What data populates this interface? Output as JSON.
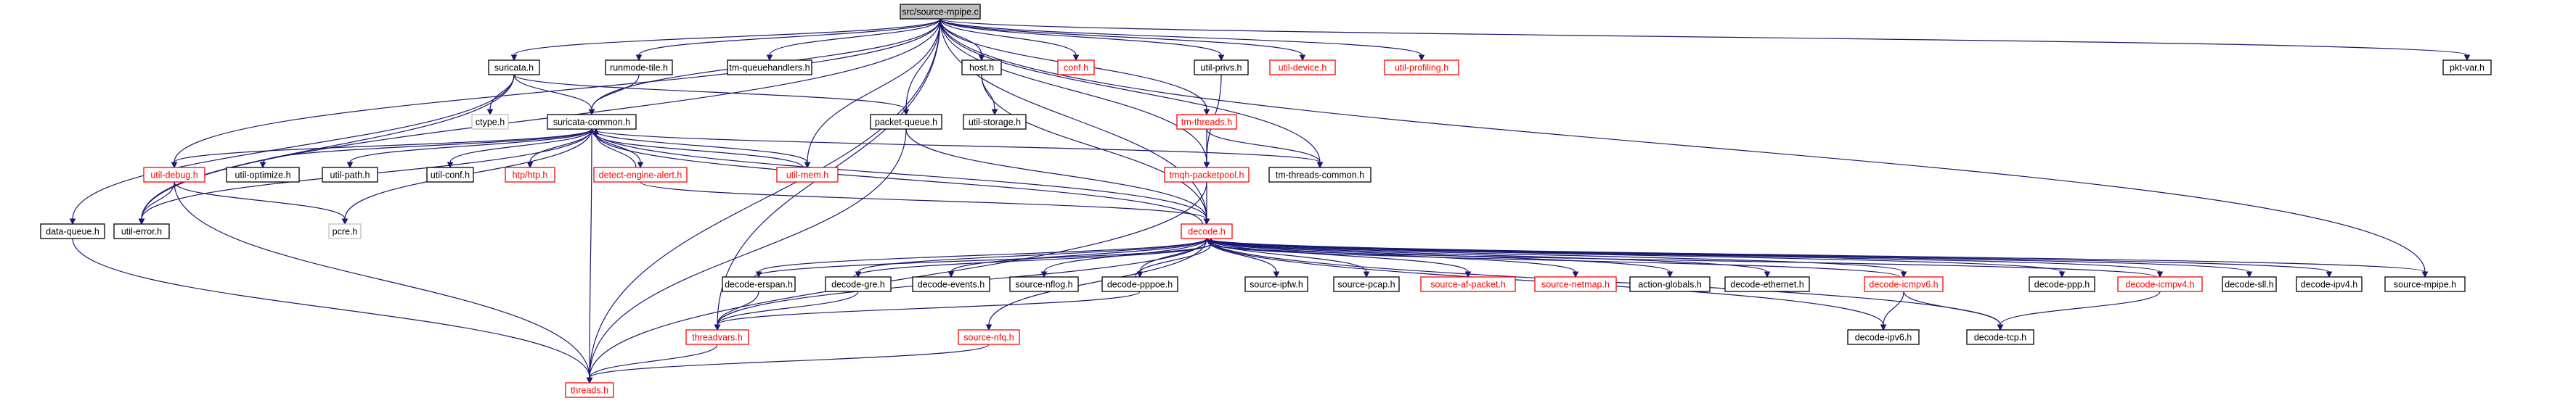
{
  "diagram": {
    "type": "include-dependency-graph",
    "root": "src/source-mpipe.c",
    "nodes": [
      {
        "id": "root",
        "label": "src/source-mpipe.c",
        "style": "root"
      },
      {
        "id": "suricata_h",
        "label": "suricata.h",
        "style": "normal"
      },
      {
        "id": "runmode_tile",
        "label": "runmode-tile.h",
        "style": "normal"
      },
      {
        "id": "tm_queuehandlers",
        "label": "tm-queuehandlers.h",
        "style": "normal"
      },
      {
        "id": "host_h",
        "label": "host.h",
        "style": "normal"
      },
      {
        "id": "conf_h",
        "label": "conf.h",
        "style": "red"
      },
      {
        "id": "util_privs",
        "label": "util-privs.h",
        "style": "normal"
      },
      {
        "id": "util_device",
        "label": "util-device.h",
        "style": "red"
      },
      {
        "id": "util_profiling",
        "label": "util-profiling.h",
        "style": "red"
      },
      {
        "id": "pkt_var",
        "label": "pkt-var.h",
        "style": "normal"
      },
      {
        "id": "ctype_h",
        "label": "ctype.h",
        "style": "gray"
      },
      {
        "id": "suricata_common",
        "label": "suricata-common.h",
        "style": "normal"
      },
      {
        "id": "packet_queue",
        "label": "packet-queue.h",
        "style": "normal"
      },
      {
        "id": "util_storage",
        "label": "util-storage.h",
        "style": "normal"
      },
      {
        "id": "tm_threads",
        "label": "tm-threads.h",
        "style": "red"
      },
      {
        "id": "util_debug",
        "label": "util-debug.h",
        "style": "red"
      },
      {
        "id": "util_optimize",
        "label": "util-optimize.h",
        "style": "normal"
      },
      {
        "id": "util_path",
        "label": "util-path.h",
        "style": "normal"
      },
      {
        "id": "util_conf",
        "label": "util-conf.h",
        "style": "normal"
      },
      {
        "id": "htp_h",
        "label": "htp/htp.h",
        "style": "red"
      },
      {
        "id": "detect_engine_alert",
        "label": "detect-engine-alert.h",
        "style": "red"
      },
      {
        "id": "util_mem",
        "label": "util-mem.h",
        "style": "red"
      },
      {
        "id": "tmqh_packetpool",
        "label": "tmqh-packetpool.h",
        "style": "red"
      },
      {
        "id": "tm_threads_common",
        "label": "tm-threads-common.h",
        "style": "normal"
      },
      {
        "id": "data_queue",
        "label": "data-queue.h",
        "style": "normal"
      },
      {
        "id": "util_error",
        "label": "util-error.h",
        "style": "normal"
      },
      {
        "id": "pcre_h",
        "label": "pcre.h",
        "style": "gray"
      },
      {
        "id": "decode_h",
        "label": "decode.h",
        "style": "red"
      },
      {
        "id": "decode_erspan",
        "label": "decode-erspan.h",
        "style": "normal"
      },
      {
        "id": "decode_gre",
        "label": "decode-gre.h",
        "style": "normal"
      },
      {
        "id": "decode_events",
        "label": "decode-events.h",
        "style": "normal"
      },
      {
        "id": "source_nflog",
        "label": "source-nflog.h",
        "style": "normal"
      },
      {
        "id": "decode_pppoe",
        "label": "decode-pppoe.h",
        "style": "normal"
      },
      {
        "id": "source_ipfw",
        "label": "source-ipfw.h",
        "style": "normal"
      },
      {
        "id": "source_pcap",
        "label": "source-pcap.h",
        "style": "normal"
      },
      {
        "id": "source_af_packet",
        "label": "source-af-packet.h",
        "style": "red"
      },
      {
        "id": "source_netmap",
        "label": "source-netmap.h",
        "style": "red"
      },
      {
        "id": "action_globals",
        "label": "action-globals.h",
        "style": "normal"
      },
      {
        "id": "decode_ethernet",
        "label": "decode-ethernet.h",
        "style": "normal"
      },
      {
        "id": "decode_icmpv6",
        "label": "decode-icmpv6.h",
        "style": "red"
      },
      {
        "id": "decode_ppp",
        "label": "decode-ppp.h",
        "style": "normal"
      },
      {
        "id": "decode_icmpv4",
        "label": "decode-icmpv4.h",
        "style": "red"
      },
      {
        "id": "decode_sll",
        "label": "decode-sll.h",
        "style": "normal"
      },
      {
        "id": "decode_ipv4",
        "label": "decode-ipv4.h",
        "style": "normal"
      },
      {
        "id": "source_mpipe_h",
        "label": "source-mpipe.h",
        "style": "normal"
      },
      {
        "id": "threadvars",
        "label": "threadvars.h",
        "style": "red"
      },
      {
        "id": "source_nfq",
        "label": "source-nfq.h",
        "style": "red"
      },
      {
        "id": "decode_ipv6",
        "label": "decode-ipv6.h",
        "style": "normal"
      },
      {
        "id": "decode_tcp",
        "label": "decode-tcp.h",
        "style": "normal"
      },
      {
        "id": "threads_h",
        "label": "threads.h",
        "style": "red"
      }
    ],
    "edges": [
      [
        "root",
        "suricata_h"
      ],
      [
        "root",
        "runmode_tile"
      ],
      [
        "root",
        "tm_queuehandlers"
      ],
      [
        "root",
        "host_h"
      ],
      [
        "root",
        "conf_h"
      ],
      [
        "root",
        "util_privs"
      ],
      [
        "root",
        "util_device"
      ],
      [
        "root",
        "util_profiling"
      ],
      [
        "root",
        "pkt_var"
      ],
      [
        "root",
        "suricata_common"
      ],
      [
        "root",
        "packet_queue"
      ],
      [
        "root",
        "tm_threads"
      ],
      [
        "root",
        "util_debug"
      ],
      [
        "root",
        "util_mem"
      ],
      [
        "root",
        "tmqh_packetpool"
      ],
      [
        "root",
        "tm_threads_common"
      ],
      [
        "root",
        "util_error"
      ],
      [
        "root",
        "decode_h"
      ],
      [
        "root",
        "threadvars"
      ],
      [
        "root",
        "source_mpipe_h"
      ],
      [
        "root",
        "threads_h"
      ],
      [
        "suricata_h",
        "suricata_common"
      ],
      [
        "suricata_h",
        "ctype_h"
      ],
      [
        "suricata_h",
        "packet_queue"
      ],
      [
        "suricata_h",
        "util_error"
      ],
      [
        "suricata_h",
        "data_queue"
      ],
      [
        "runmode_tile",
        "suricata_common"
      ],
      [
        "host_h",
        "util_storage"
      ],
      [
        "host_h",
        "decode_h"
      ],
      [
        "suricata_common",
        "util_debug"
      ],
      [
        "suricata_common",
        "util_optimize"
      ],
      [
        "suricata_common",
        "util_path"
      ],
      [
        "suricata_common",
        "util_conf"
      ],
      [
        "suricata_common",
        "htp_h"
      ],
      [
        "suricata_common",
        "detect_engine_alert"
      ],
      [
        "suricata_common",
        "util_mem"
      ],
      [
        "suricata_common",
        "tm_threads_common"
      ],
      [
        "suricata_common",
        "util_error"
      ],
      [
        "suricata_common",
        "pcre_h"
      ],
      [
        "suricata_common",
        "threads_h"
      ],
      [
        "suricata_common",
        "decode_h"
      ],
      [
        "detect_engine_alert",
        "suricata_common"
      ],
      [
        "detect_engine_alert",
        "decode_h"
      ],
      [
        "util_mem",
        "suricata_common"
      ],
      [
        "tm_threads",
        "tmqh_packetpool"
      ],
      [
        "tm_threads",
        "tm_threads_common"
      ],
      [
        "tmqh_packetpool",
        "decode_h"
      ],
      [
        "tmqh_packetpool",
        "threads_h"
      ],
      [
        "packet_queue",
        "decode_h"
      ],
      [
        "packet_queue",
        "threads_h"
      ],
      [
        "util_debug",
        "util_error"
      ],
      [
        "util_debug",
        "pcre_h"
      ],
      [
        "util_debug",
        "threads_h"
      ],
      [
        "data_queue",
        "threads_h"
      ],
      [
        "decode_h",
        "suricata_common"
      ],
      [
        "decode_h",
        "threadvars"
      ],
      [
        "decode_h",
        "decode_erspan"
      ],
      [
        "decode_h",
        "decode_gre"
      ],
      [
        "decode_h",
        "decode_events"
      ],
      [
        "decode_h",
        "source_nflog"
      ],
      [
        "decode_h",
        "decode_pppoe"
      ],
      [
        "decode_h",
        "source_ipfw"
      ],
      [
        "decode_h",
        "source_pcap"
      ],
      [
        "decode_h",
        "source_af_packet"
      ],
      [
        "decode_h",
        "source_netmap"
      ],
      [
        "decode_h",
        "action_globals"
      ],
      [
        "decode_h",
        "decode_ethernet"
      ],
      [
        "decode_h",
        "decode_icmpv6"
      ],
      [
        "decode_h",
        "decode_ppp"
      ],
      [
        "decode_h",
        "decode_icmpv4"
      ],
      [
        "decode_h",
        "decode_sll"
      ],
      [
        "decode_h",
        "decode_ipv4"
      ],
      [
        "decode_h",
        "source_mpipe_h"
      ],
      [
        "decode_h",
        "source_nfq"
      ],
      [
        "decode_h",
        "decode_ipv6"
      ],
      [
        "decode_h",
        "decode_tcp"
      ],
      [
        "decode_erspan",
        "decode_h"
      ],
      [
        "decode_erspan",
        "threadvars"
      ],
      [
        "decode_gre",
        "decode_h"
      ],
      [
        "decode_gre",
        "threadvars"
      ],
      [
        "decode_pppoe",
        "decode_h"
      ],
      [
        "decode_pppoe",
        "threadvars"
      ],
      [
        "decode_icmpv6",
        "decode_h"
      ],
      [
        "decode_icmpv6",
        "decode_ipv6"
      ],
      [
        "decode_icmpv6",
        "decode_tcp"
      ],
      [
        "decode_icmpv4",
        "decode_h"
      ],
      [
        "decode_icmpv4",
        "decode_tcp"
      ],
      [
        "threadvars",
        "threads_h"
      ],
      [
        "source_nfq",
        "threads_h"
      ],
      [
        "util_privs",
        "tmqh_packetpool"
      ]
    ]
  }
}
